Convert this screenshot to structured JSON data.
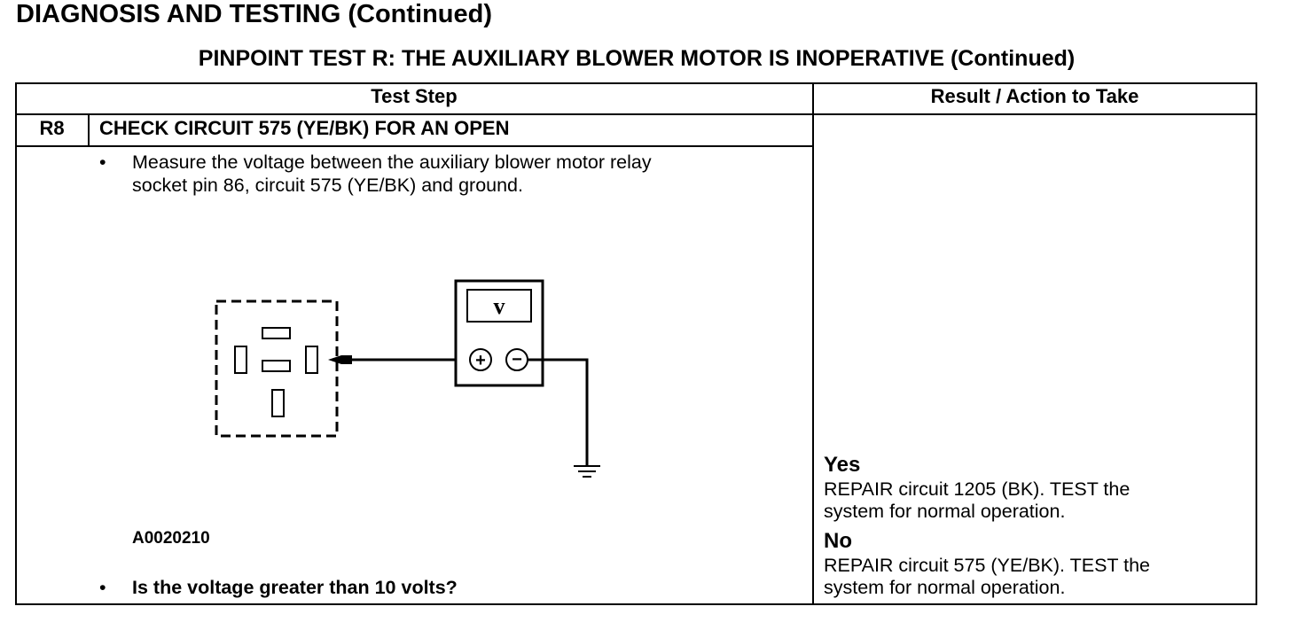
{
  "page": {
    "heading": "DIAGNOSIS AND TESTING (Continued)",
    "subheading": "PINPOINT TEST R: THE AUXILIARY BLOWER MOTOR IS INOPERATIVE (Continued)"
  },
  "table": {
    "col_test_step": "Test Step",
    "col_result": "Result / Action to Take",
    "step": {
      "id": "R8",
      "title": "CHECK CIRCUIT 575 (YE/BK) FOR AN OPEN",
      "bullet": "•",
      "instruction_line1": "Measure the voltage between the auxiliary blower motor relay",
      "instruction_line2": "socket pin 86, circuit 575 (YE/BK) and ground.",
      "figure_id": "A0020210",
      "question": "Is the voltage greater than 10 volts?"
    },
    "results": {
      "yes_label": "Yes",
      "yes_line1": "REPAIR circuit 1205 (BK). TEST the",
      "yes_line2": "system for normal operation.",
      "no_label": "No",
      "no_line1": "REPAIR circuit 575 (YE/BK). TEST the",
      "no_line2": "system for normal operation."
    }
  },
  "diagram": {
    "meter_label": "v",
    "plus": "+",
    "minus": "−"
  }
}
